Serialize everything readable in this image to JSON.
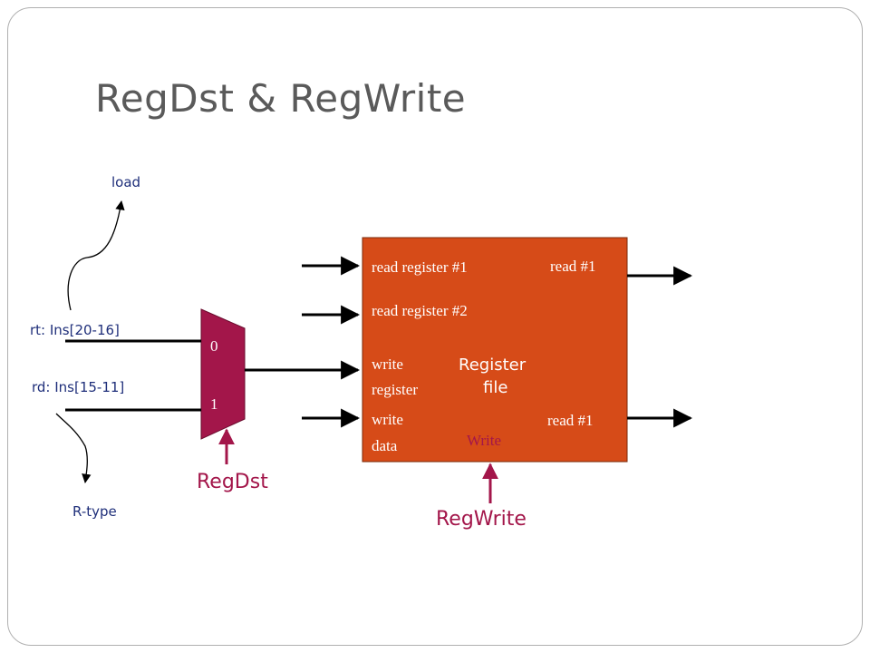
{
  "title": "RegDst & RegWrite",
  "labels": {
    "load": "load",
    "rt": "rt: Ins[20-16]",
    "rd": "rd: Ins[15-11]",
    "rtype": "R-type",
    "regdst": "RegDst",
    "regwrite": "RegWrite"
  },
  "mux": {
    "input0": "0",
    "input1": "1"
  },
  "register_file": {
    "read_reg1": "read register #1",
    "read_reg2": "read register #2",
    "write_register_line1": "write",
    "write_register_line2": "register",
    "write_data_line1": "write",
    "write_data_line2": "data",
    "read_out1": "read #1",
    "read_out2": "read #1",
    "name_line1": "Register",
    "name_line2": "file",
    "write_ctrl": "Write"
  },
  "colors": {
    "register_file": "#d64b18",
    "mux": "#a3164a",
    "control": "#a3164a",
    "label_blue": "#1f2f7a",
    "title": "#5a5a5a"
  }
}
